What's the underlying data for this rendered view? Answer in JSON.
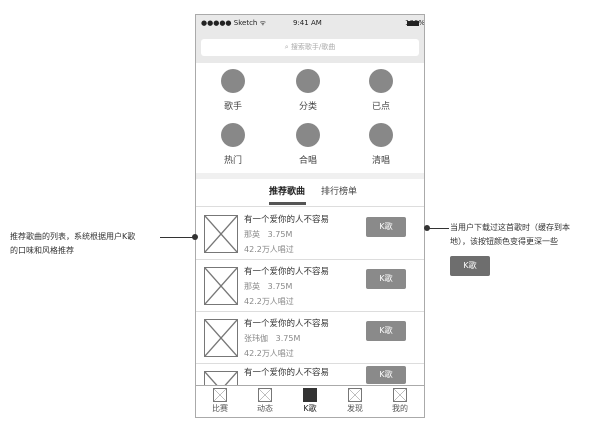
{
  "status_bar": {
    "carrier": "●●●●● Sketch ᯤ",
    "time": "9:41 AM",
    "battery": "100%"
  },
  "search": {
    "placeholder": "⌕  搜索歌手/歌曲"
  },
  "categories": [
    {
      "label": "歌手"
    },
    {
      "label": "分类"
    },
    {
      "label": "已点"
    },
    {
      "label": "热门"
    },
    {
      "label": "合唱"
    },
    {
      "label": "清唱"
    }
  ],
  "tabs": [
    {
      "label": "推荐歌曲",
      "active": true
    },
    {
      "label": "排行榜单",
      "active": false
    }
  ],
  "songs": [
    {
      "title": "有一个爱你的人不容易",
      "artist": "那英",
      "size": "3.75M",
      "count": "42.2万人唱过",
      "button": "K歌"
    },
    {
      "title": "有一个爱你的人不容易",
      "artist": "那英",
      "size": "3.75M",
      "count": "42.2万人唱过",
      "button": "K歌"
    },
    {
      "title": "有一个爱你的人不容易",
      "artist": "张玮伽",
      "size": "3.75M",
      "count": "42.2万人唱过",
      "button": "K歌"
    },
    {
      "title": "有一个爱你的人不容易",
      "artist": "",
      "size": "",
      "count": "",
      "button": "K歌"
    }
  ],
  "tabbar": [
    {
      "label": "比赛"
    },
    {
      "label": "动态"
    },
    {
      "label": "K歌",
      "active": true
    },
    {
      "label": "发现"
    },
    {
      "label": "我的"
    }
  ],
  "annotations": {
    "left": [
      "推荐歌曲的列表，系统根据用户K歌",
      "的口味和风格推荐"
    ],
    "right": [
      "当用户下载过这首歌时（缓存到本",
      "地），该按钮颜色变得更深一些"
    ],
    "right_button": "K歌"
  },
  "colors": {
    "button": "#8a8a8a",
    "button_downloaded": "#6e6e6e",
    "placeholder": "#888888"
  }
}
